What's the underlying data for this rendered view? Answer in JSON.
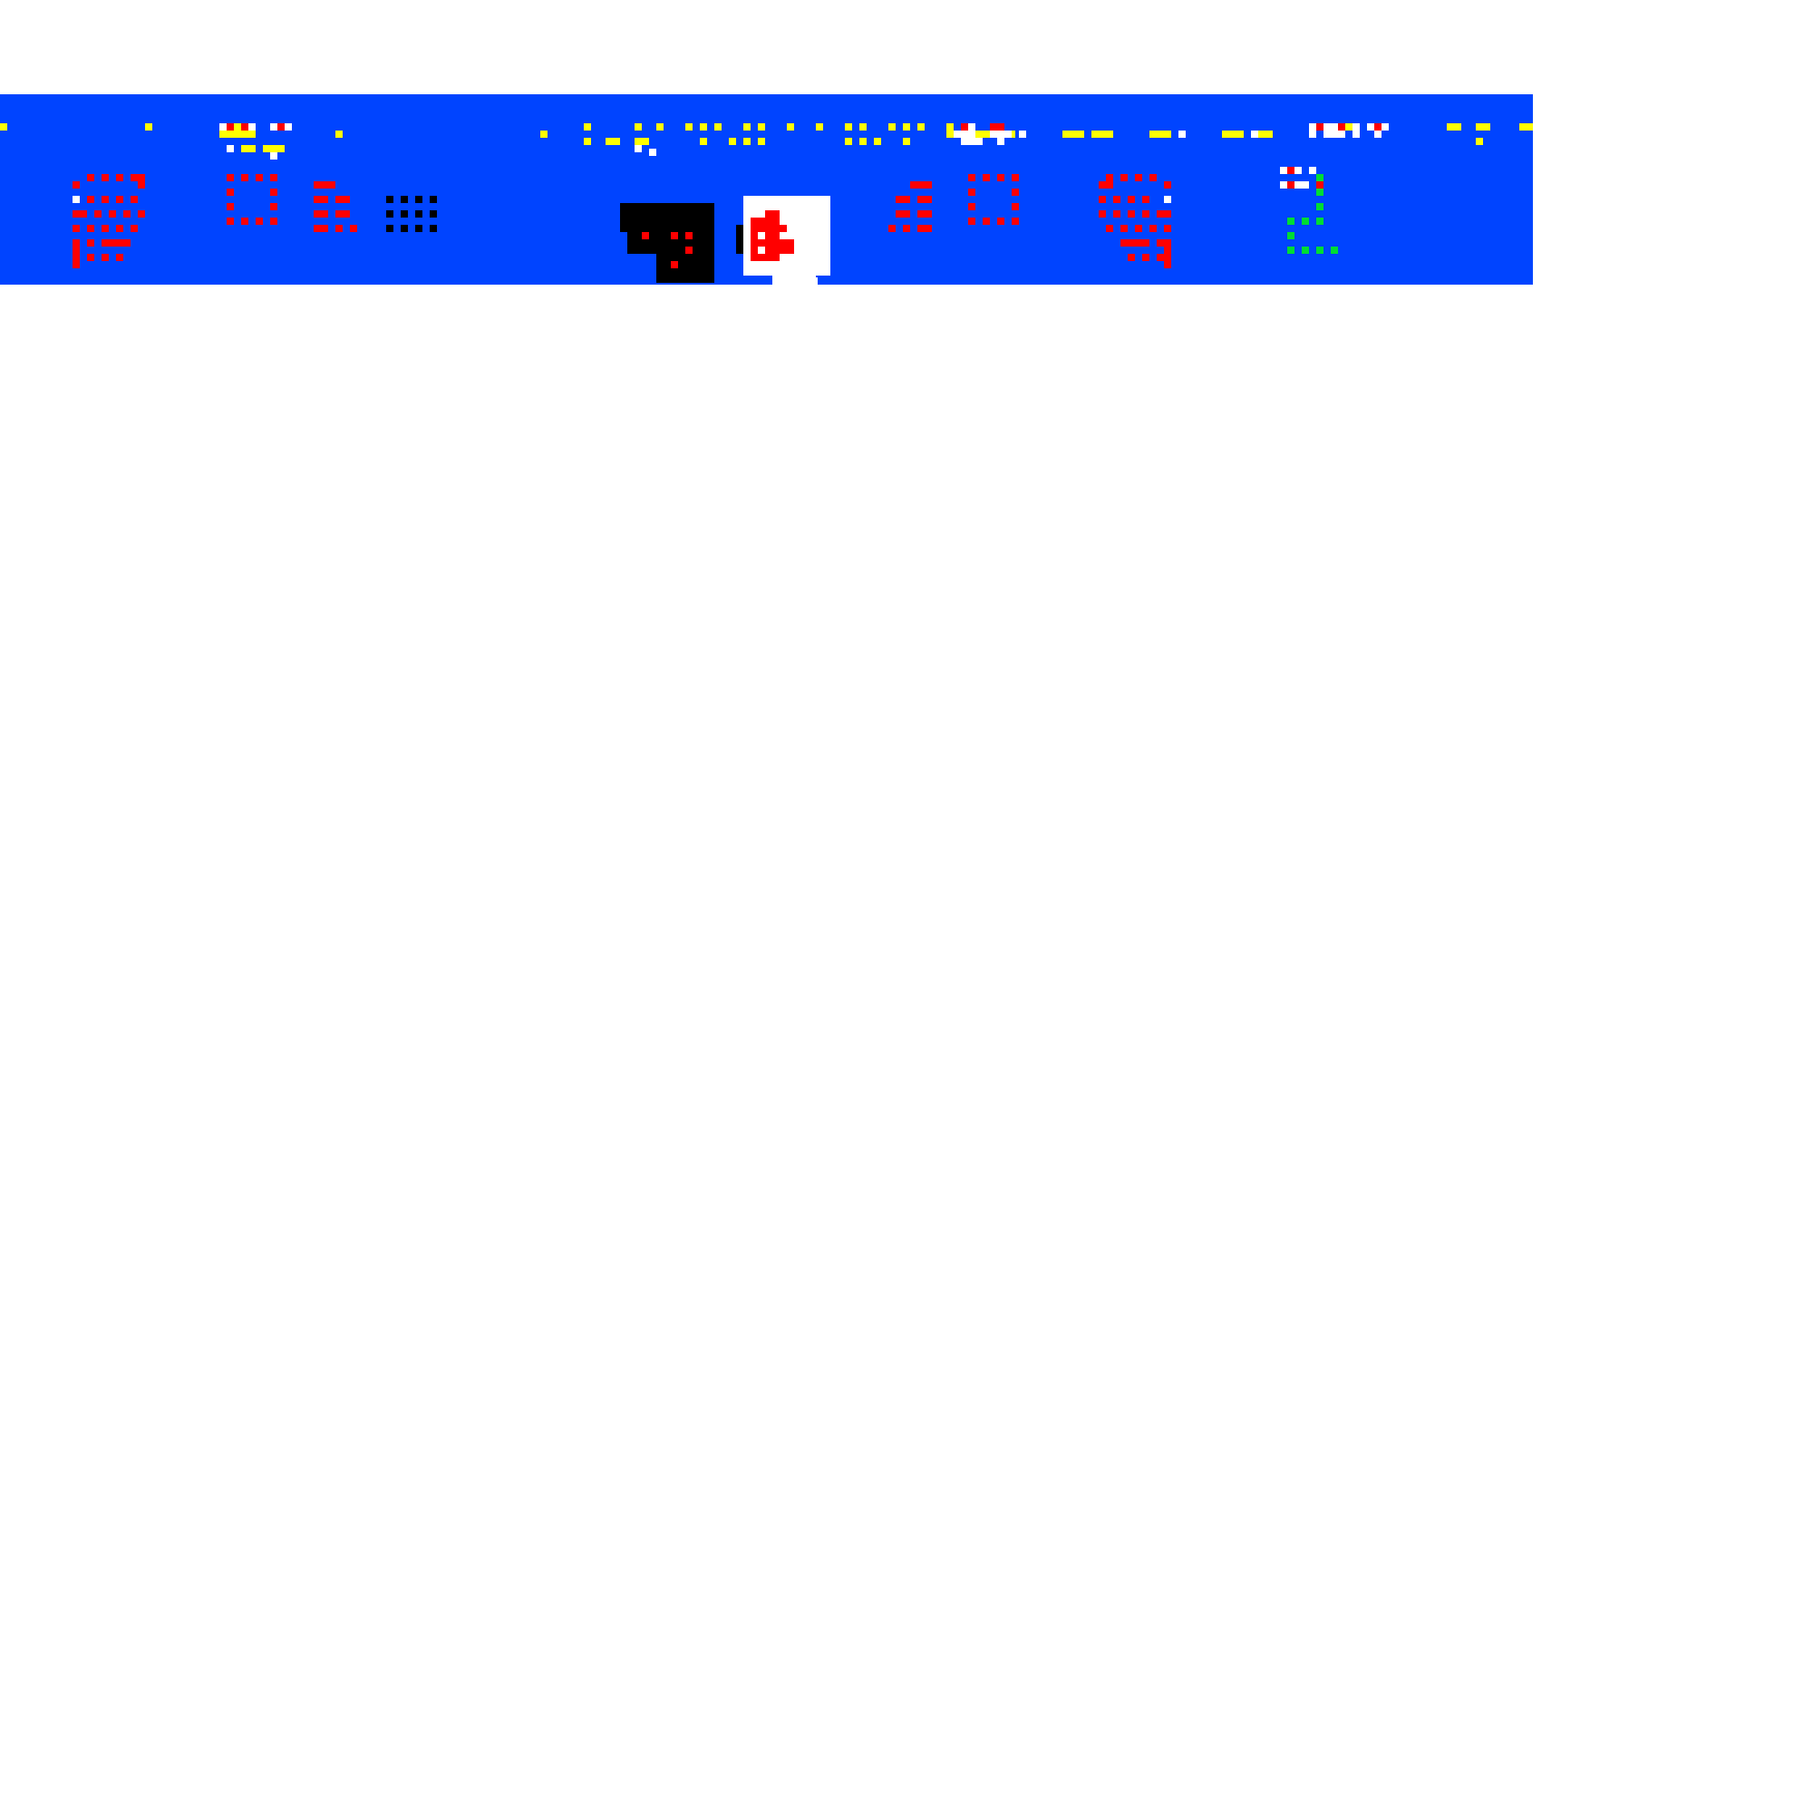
{
  "screen": {
    "background_color": "#ffffff",
    "banner_color": "#0044ff",
    "accent_colors": {
      "red": "#ff0000",
      "yellow": "#ffff00",
      "green": "#00dd33",
      "white": "#ffffff",
      "black": "#000000"
    }
  },
  "banner": {
    "status_strip_text": "",
    "large_glyphs": [
      {
        "id": "glyph-1",
        "color": "red"
      },
      {
        "id": "glyph-2",
        "color": "red"
      },
      {
        "id": "glyph-3",
        "color": "red"
      },
      {
        "id": "glyph-4",
        "color": "black"
      },
      {
        "id": "glyph-5",
        "color": "red"
      },
      {
        "id": "glyph-6",
        "color": "red"
      },
      {
        "id": "glyph-7",
        "color": "red"
      },
      {
        "id": "glyph-8",
        "color": "green"
      }
    ],
    "center_icons": [
      {
        "name": "dark-block-icon",
        "color": "black"
      },
      {
        "name": "white-panel-icon",
        "color": "white"
      }
    ]
  }
}
